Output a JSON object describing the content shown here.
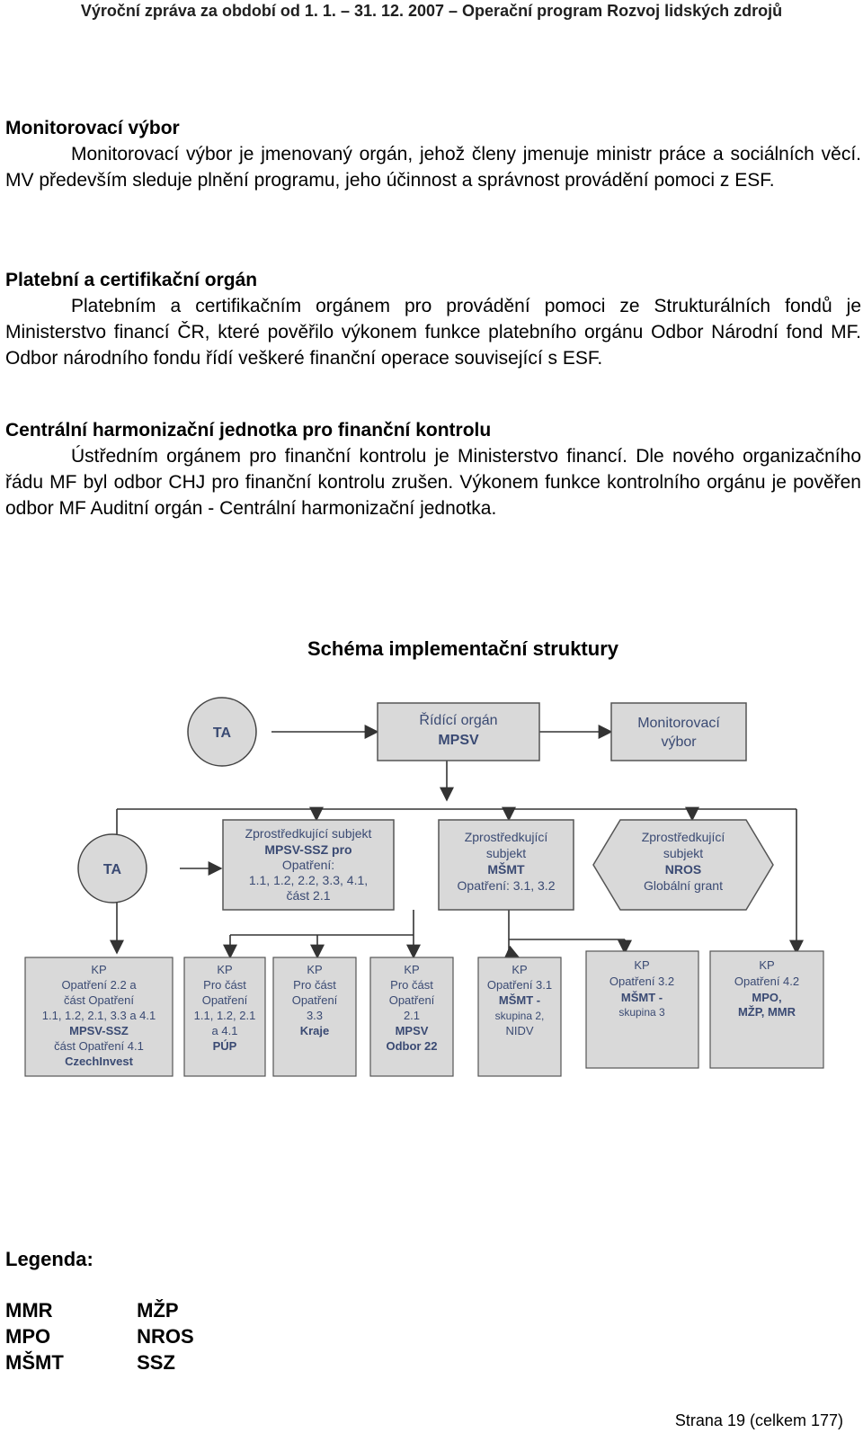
{
  "header": "Výroční zpráva za období od 1. 1. – 31. 12. 2007 – Operační program Rozvoj lidských zdrojů",
  "sections": [
    {
      "title": "Monitorovací výbor",
      "text": "Monitorovací výbor je jmenovaný orgán, jehož členy jmenuje ministr práce a sociálních věcí. MV především sleduje plnění programu, jeho účinnost a správnost provádění pomoci z ESF."
    },
    {
      "title": "Platební a certifikační orgán",
      "text": "Platebním a certifikačním orgánem pro provádění pomoci ze Strukturálních fondů je Ministerstvo financí ČR, které pověřilo výkonem funkce platebního orgánu Odbor Národní fond MF. Odbor národního fondu řídí veškeré finanční operace související s ESF."
    },
    {
      "title": "Centrální harmonizační jednotka pro finanční kontrolu",
      "text": "Ústředním orgánem pro finanční kontrolu je Ministerstvo financí. Dle nového organizačního řádu MF byl odbor CHJ pro finanční kontrolu zrušen. Výkonem funkce kontrolního orgánu je pověřen odbor MF Auditní orgán - Centrální harmonizační jednotka."
    }
  ],
  "schema": {
    "title": "Schéma implementační struktury",
    "ta_label": "TA",
    "ridici": [
      "Řídící orgán",
      "MPSV"
    ],
    "monitorovaci": [
      "Monitorovací",
      "výbor"
    ],
    "zs1": [
      "Zprostředkující subjekt",
      "MPSV-SSZ pro",
      "Opatření:",
      "1.1, 1.2, 2.2, 3.3, 4.1,",
      "část 2.1"
    ],
    "zs2": [
      "Zprostředkující",
      "subjekt",
      "MŠMT",
      "Opatření: 3.1, 3.2"
    ],
    "zs3": [
      "Zprostředkující",
      "subjekt",
      "NROS",
      "Globální grant"
    ],
    "kp": [
      [
        "KP",
        "Opatření 2.2 a",
        "část Opatření",
        "1.1, 1.2, 2.1, 3.3 a 4.1",
        "MPSV-SSZ",
        "část Opatření 4.1",
        "CzechInvest"
      ],
      [
        "KP",
        "Pro část",
        "Opatření",
        "1.1, 1.2, 2.1",
        "a 4.1",
        "PÚP"
      ],
      [
        "KP",
        "Pro část",
        "Opatření",
        "3.3",
        "Kraje"
      ],
      [
        "KP",
        "Pro část",
        "Opatření",
        "2.1",
        "MPSV",
        "Odbor 22"
      ],
      [
        "KP",
        "Opatření 3.1",
        "MŠMT -",
        "skupina 2,",
        "NIDV"
      ],
      [
        "KP",
        "Opatření 3.2",
        "MŠMT -",
        "skupina 3"
      ],
      [
        "KP",
        "Opatření 4.2",
        "MPO,",
        "MŽP, MMR"
      ]
    ]
  },
  "legend": {
    "title": "Legenda:",
    "col1": [
      "MMR",
      "MPO",
      "MŠMT"
    ],
    "col2": [
      "MŽP",
      "NROS",
      "SSZ"
    ]
  },
  "footer": "Strana 19 (celkem 177)"
}
